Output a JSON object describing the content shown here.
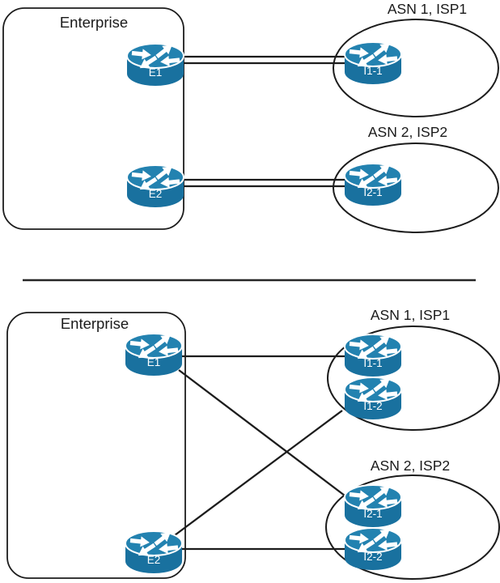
{
  "top": {
    "enterprise_label": "Enterprise",
    "asn1_label": "ASN 1, ISP1",
    "asn2_label": "ASN 2, ISP2",
    "routers": {
      "e1": "E1",
      "e2": "E2",
      "i1_1": "I1-1",
      "i2_1": "I2-1"
    },
    "links": [
      {
        "from": "E1",
        "to": "I1-1",
        "lines": 2
      },
      {
        "from": "E2",
        "to": "I2-1",
        "lines": 2
      }
    ]
  },
  "bottom": {
    "enterprise_label": "Enterprise",
    "asn1_label": "ASN 1, ISP1",
    "asn2_label": "ASN 2, ISP2",
    "routers": {
      "e1": "E1",
      "e2": "E2",
      "i1_1": "I1-1",
      "i1_2": "I1-2",
      "i2_1": "I2-1",
      "i2_2": "I2-2"
    },
    "links": [
      {
        "from": "E1",
        "to": "I1-1",
        "lines": 1
      },
      {
        "from": "E1",
        "to": "I2-1",
        "lines": 1
      },
      {
        "from": "E2",
        "to": "I1-2",
        "lines": 1
      },
      {
        "from": "E2",
        "to": "I2-2",
        "lines": 1
      }
    ]
  },
  "colors": {
    "router_body": "#19719f",
    "router_top": "#2382b0",
    "stroke": "#1c1c1c"
  }
}
